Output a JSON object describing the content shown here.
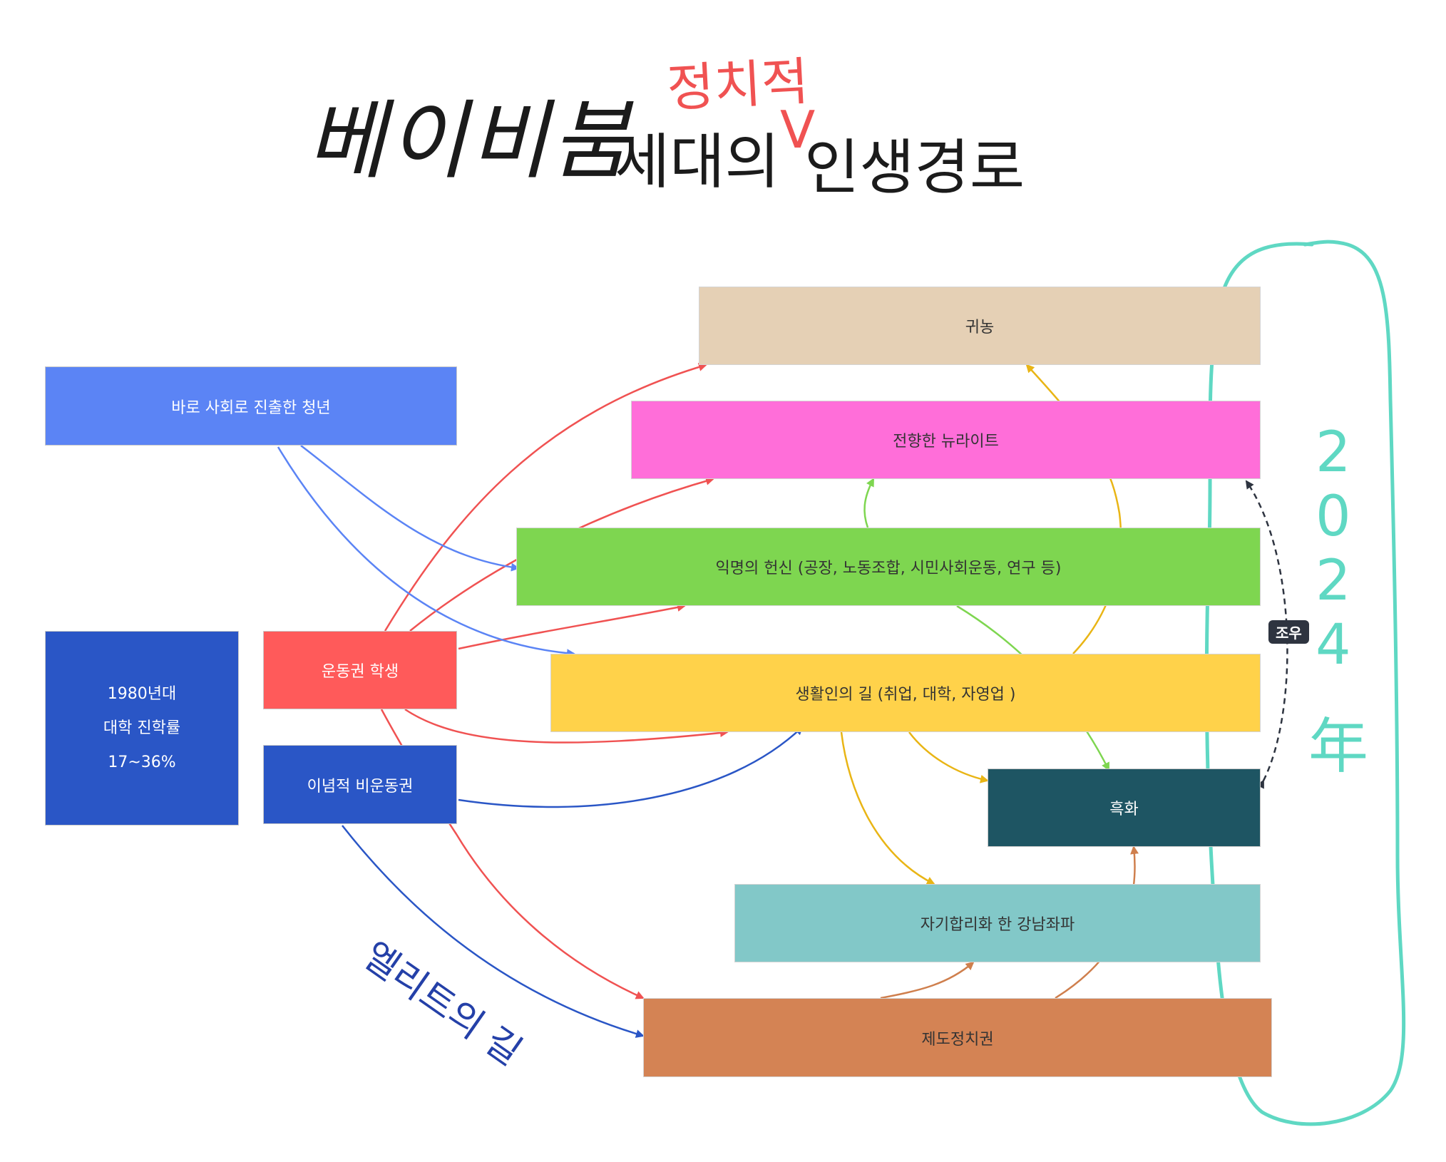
{
  "title": {
    "main_a": "베이비붐",
    "main_b": "세대의",
    "main_c": "인생경로",
    "insert": "정치적",
    "caret": "V"
  },
  "nodes": {
    "college_rate": {
      "line1": "1980년대",
      "line2": "대학 진학률",
      "line3": "17~36%",
      "color": "#2a56c6"
    },
    "youth": {
      "label": "바로 사회로 진출한 청년",
      "color": "#5b84f5"
    },
    "activist": {
      "label": "운동권 학생",
      "color": "#ff5a5a"
    },
    "ideological": {
      "label": "이념적 비운동권",
      "color": "#2a56c6"
    },
    "farming": {
      "label": "귀농",
      "color": "#e5d0b5"
    },
    "newright": {
      "label": "전향한 뉴라이트",
      "color": "#ff6ed9"
    },
    "anonymous": {
      "label": "익명의 헌신 (공장, 노동조합, 시민사회운동, 연구 등)",
      "color": "#7ed650"
    },
    "life": {
      "label": "생활인의 길 (취업, 대학, 자영업 )",
      "color": "#ffd24a"
    },
    "blackening": {
      "label": "흑화",
      "color": "#1e5563"
    },
    "gangnam": {
      "label": "자기합리화 한 강남좌파",
      "color": "#82c8c8"
    },
    "institutional": {
      "label": "제도정치권",
      "color": "#d48354"
    }
  },
  "annotations": {
    "elite_path": "엘리트의 길",
    "year": [
      "2",
      "0",
      "2",
      "4",
      "年"
    ],
    "link_label": "조우"
  },
  "colors": {
    "red": "#f05252",
    "blue_light": "#5b84f5",
    "blue_dark": "#2a56c6",
    "green": "#7ed650",
    "yellow": "#e9b515",
    "orange": "#cf7f4d",
    "teal": "#5fd8c3",
    "title_red": "#f05252",
    "handwriting_blue": "#2440a8"
  }
}
